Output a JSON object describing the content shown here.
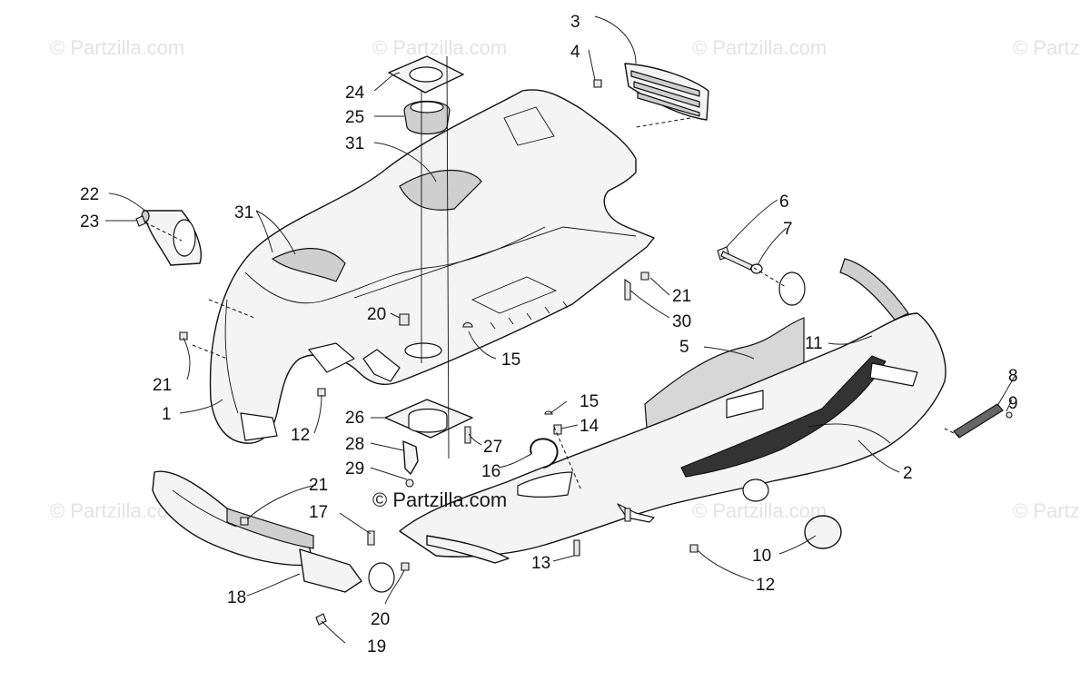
{
  "watermarks": [
    "© Partzilla.com",
    "© Partzilla.com",
    "© Partzilla.com",
    "© Partz",
    "© Partzilla.com",
    "© Partzilla.com",
    "© Partz"
  ],
  "center_watermark": "© Partzilla.com",
  "callouts": {
    "c1": "1",
    "c2": "2",
    "c3": "3",
    "c4": "4",
    "c5": "5",
    "c6": "6",
    "c7": "7",
    "c8": "8",
    "c9": "9",
    "c10": "10",
    "c11": "11",
    "c12a": "12",
    "c12b": "12",
    "c13": "13",
    "c14": "14",
    "c15a": "15",
    "c15b": "15",
    "c16": "16",
    "c17": "17",
    "c18": "18",
    "c19": "19",
    "c20a": "20",
    "c20b": "20",
    "c21a": "21",
    "c21b": "21",
    "c21c": "21",
    "c22": "22",
    "c23": "23",
    "c24": "24",
    "c25": "25",
    "c26": "26",
    "c27": "27",
    "c28": "28",
    "c29": "29",
    "c30": "30",
    "c31a": "31",
    "c31b": "31"
  }
}
